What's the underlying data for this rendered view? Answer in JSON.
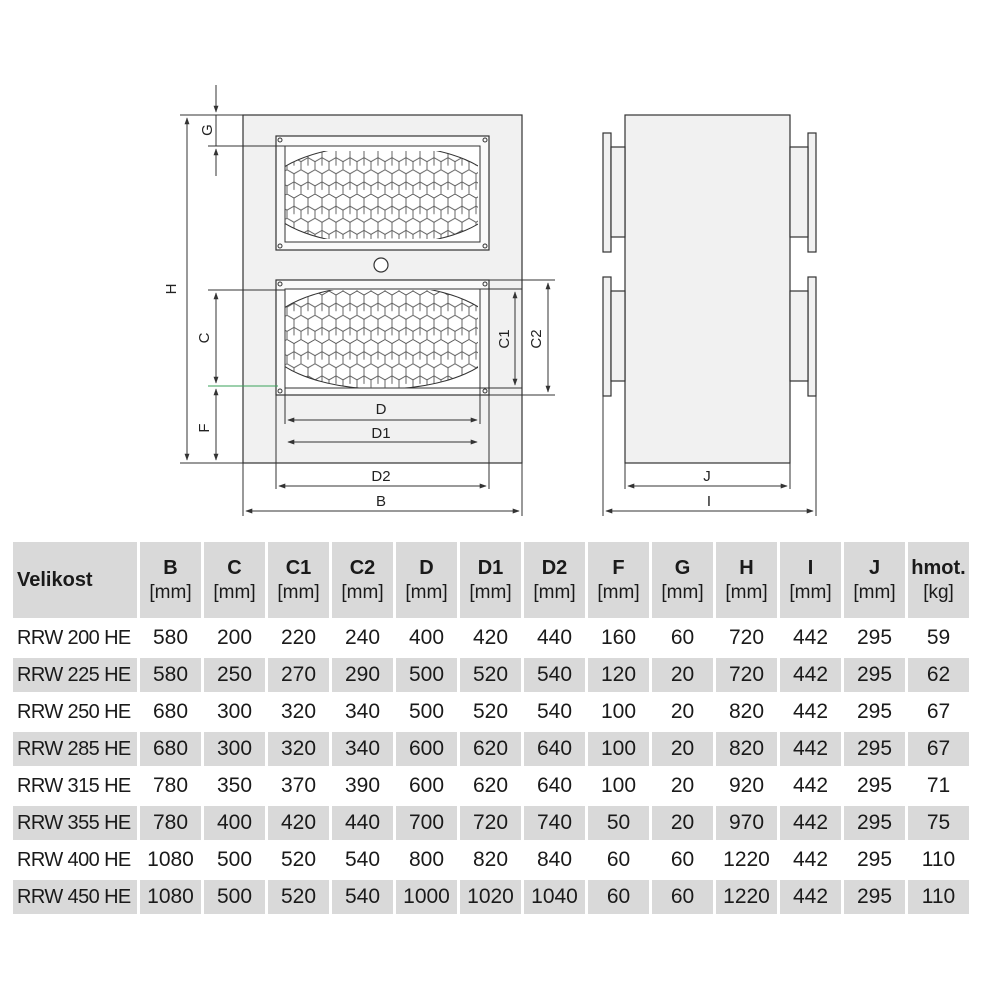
{
  "drawing": {
    "front_labels": {
      "g": "G",
      "h": "H",
      "c": "C",
      "f": "F",
      "c1": "C1",
      "c2": "C2",
      "d": "D",
      "d1": "D1",
      "d2": "D2",
      "b": "B"
    },
    "side_labels": {
      "j": "J",
      "i": "I"
    }
  },
  "table": {
    "columns": [
      {
        "name": "Velikost",
        "unit": ""
      },
      {
        "name": "B",
        "unit": "[mm]"
      },
      {
        "name": "C",
        "unit": "[mm]"
      },
      {
        "name": "C1",
        "unit": "[mm]"
      },
      {
        "name": "C2",
        "unit": "[mm]"
      },
      {
        "name": "D",
        "unit": "[mm]"
      },
      {
        "name": "D1",
        "unit": "[mm]"
      },
      {
        "name": "D2",
        "unit": "[mm]"
      },
      {
        "name": "F",
        "unit": "[mm]"
      },
      {
        "name": "G",
        "unit": "[mm]"
      },
      {
        "name": "H",
        "unit": "[mm]"
      },
      {
        "name": "I",
        "unit": "[mm]"
      },
      {
        "name": "J",
        "unit": "[mm]"
      },
      {
        "name": "hmot.",
        "unit": "[kg]"
      }
    ],
    "rows": [
      [
        "RRW 200 HE",
        "580",
        "200",
        "220",
        "240",
        "400",
        "420",
        "440",
        "160",
        "60",
        "720",
        "442",
        "295",
        "59"
      ],
      [
        "RRW 225 HE",
        "580",
        "250",
        "270",
        "290",
        "500",
        "520",
        "540",
        "120",
        "20",
        "720",
        "442",
        "295",
        "62"
      ],
      [
        "RRW 250 HE",
        "680",
        "300",
        "320",
        "340",
        "500",
        "520",
        "540",
        "100",
        "20",
        "820",
        "442",
        "295",
        "67"
      ],
      [
        "RRW 285 HE",
        "680",
        "300",
        "320",
        "340",
        "600",
        "620",
        "640",
        "100",
        "20",
        "820",
        "442",
        "295",
        "67"
      ],
      [
        "RRW 315 HE",
        "780",
        "350",
        "370",
        "390",
        "600",
        "620",
        "640",
        "100",
        "20",
        "920",
        "442",
        "295",
        "71"
      ],
      [
        "RRW 355 HE",
        "780",
        "400",
        "420",
        "440",
        "700",
        "720",
        "740",
        "50",
        "20",
        "970",
        "442",
        "295",
        "75"
      ],
      [
        "RRW 400 HE",
        "1080",
        "500",
        "520",
        "540",
        "800",
        "820",
        "840",
        "60",
        "60",
        "1220",
        "442",
        "295",
        "110"
      ],
      [
        "RRW 450 HE",
        "1080",
        "500",
        "520",
        "540",
        "1000",
        "1020",
        "1040",
        "60",
        "60",
        "1220",
        "442",
        "295",
        "110"
      ]
    ]
  }
}
